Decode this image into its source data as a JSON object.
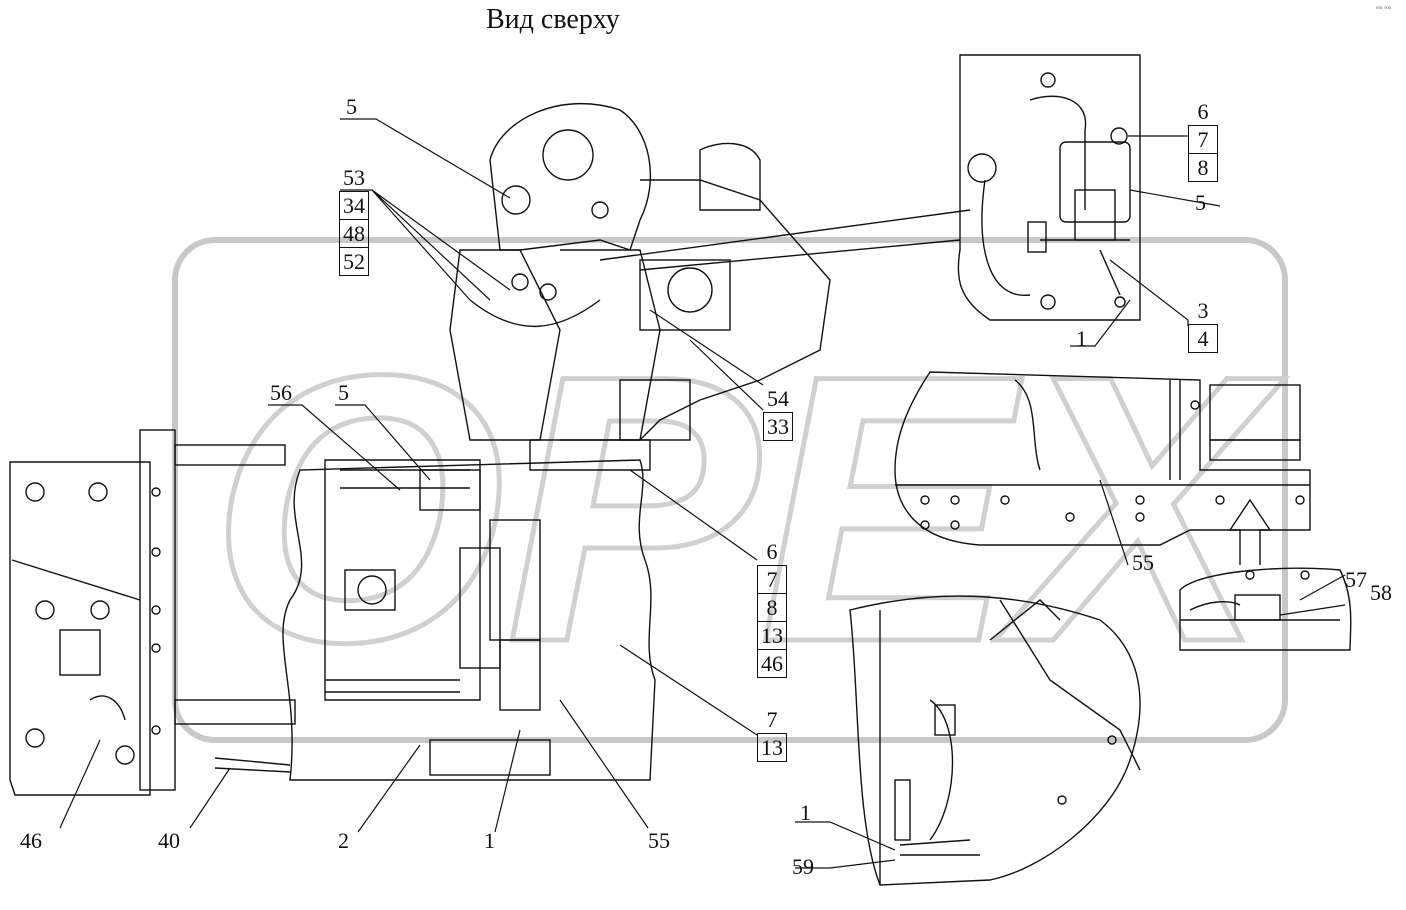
{
  "title": "Вид сверху",
  "corner_text": "ᵒᵐ ᵒᵒᵒ",
  "labels": {
    "l5_top": "5",
    "l53": "53",
    "l34": "34",
    "l48": "48",
    "l52": "52",
    "l56": "56",
    "l5_mid": "5",
    "l54": "54",
    "l33": "33",
    "l6a": "6",
    "l7a": "7",
    "l8a": "8",
    "l5_inset": "5",
    "l3": "3",
    "l4": "4",
    "l1_inset": "1",
    "l55_right": "55",
    "l57": "57",
    "l58": "58",
    "l6b": "6",
    "l7b": "7",
    "l8b": "8",
    "l13b": "13",
    "l46b": "46",
    "l7c": "7",
    "l13c": "13",
    "l46": "46",
    "l40": "40",
    "l2": "2",
    "l1_bottom": "1",
    "l55_bottom": "55",
    "l1_br": "1",
    "l59": "59"
  },
  "watermark": "OPEX",
  "colors": {
    "line": "#111111",
    "watermark": "#cccccc"
  }
}
